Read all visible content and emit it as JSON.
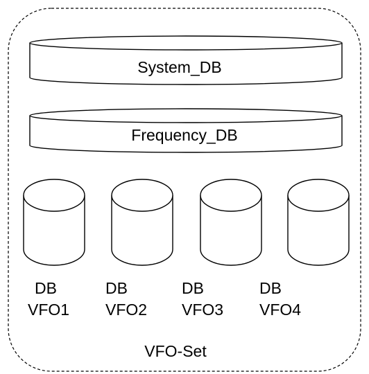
{
  "diagram": {
    "container_label": "VFO-Set",
    "stacked_databases": [
      {
        "label": "System_DB"
      },
      {
        "label": "Frequency_DB"
      }
    ],
    "vfo_databases": [
      {
        "label_line1": "DB",
        "label_line2": "VFO1"
      },
      {
        "label_line1": "DB",
        "label_line2": "VFO2"
      },
      {
        "label_line1": "DB",
        "label_line2": "VFO3"
      },
      {
        "label_line1": "DB",
        "label_line2": "VFO4"
      }
    ]
  },
  "colors": {
    "stroke": "#000000",
    "fill": "#ffffff"
  }
}
